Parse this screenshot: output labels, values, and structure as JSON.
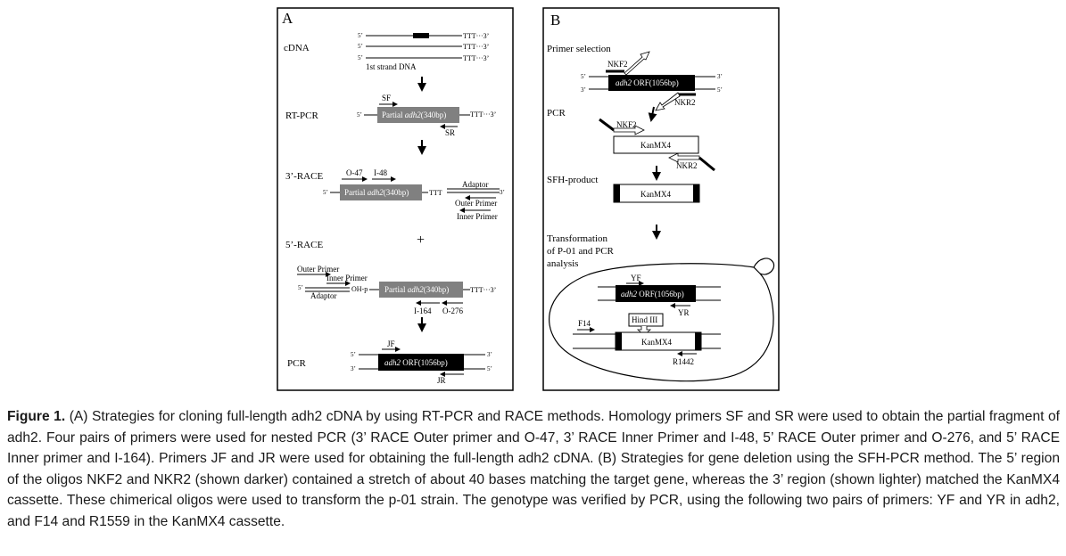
{
  "panel_a": {
    "panel_label": "A",
    "cdna_label": "cDNA",
    "five_prime": "5’",
    "three_prime": "3’",
    "polyt": "TTT···3’",
    "first_strand": "1st strand DNA",
    "rtpcr_label": "RT-PCR",
    "sf": "SF",
    "sr": "SR",
    "partial_prefix": "Partial ",
    "partial_gene": "adh2",
    "partial_suffix": "(340bp)",
    "race3_label": "3’-RACE",
    "o47": "O-47",
    "i48": "I-48",
    "adaptor": "Adaptor",
    "outer_primer": "Outer Primer",
    "inner_primer": "Inner Primer",
    "race5_label": "5’-RACE",
    "plus": "+",
    "outer_primer_5": "Outer Primer",
    "inner_primer_5": "Inner Primer",
    "adaptor_5": "Adaptor",
    "ohp": "OH-p",
    "i164": "I-164",
    "o276": "O-276",
    "pcr_label": "PCR",
    "jf": "JF",
    "jr": "JR",
    "orf_gene": "adh2",
    "orf_suffix": " ORF(1056bp)"
  },
  "panel_b": {
    "panel_label": "B",
    "primer_selection": "Primer selection",
    "nkf2": "NKF2",
    "nkr2": "NKR2",
    "five_prime": "5’",
    "three_prime": "3’",
    "orf_gene": "adh2",
    "orf_suffix": " ORF(1056bp)",
    "pcr_label": "PCR",
    "kanmx4": "KanMX4",
    "sfh_product": "SFH-product",
    "transformation_1": "Transformation",
    "transformation_2": "of P-01 and PCR",
    "transformation_3": "analysis",
    "yf": "YF",
    "yr": "YR",
    "f14": "F14",
    "hind3": "Hind III",
    "r1442": "R1442"
  },
  "caption": {
    "label": "Figure 1.",
    "text": " (A) Strategies for cloning full-length adh2 cDNA by using RT-PCR and RACE methods. Homology primers SF and SR were used to obtain the partial fragment of adh2. Four pairs of primers were used for nested PCR (3’ RACE Outer primer and O-47, 3’ RACE Inner Primer and I-48, 5’ RACE Outer primer and O-276, and 5’ RACE Inner primer and I-164). Primers JF and JR were used for obtaining the full-length adh2 cDNA. (B) Strategies for gene deletion using the SFH-PCR method. The 5’ region of the oligos NKF2 and NKR2 (shown darker) contained a stretch of about 40 bases matching the target gene, whereas the 3’ region (shown lighter) matched the KanMX4 cassette. These chimerical oligos were used to transform the p-01 strain. The genotype was verified by PCR, using the following two pairs of primers: YF and YR in adh2, and F14 and R1559 in the KanMX4 cassette."
  }
}
